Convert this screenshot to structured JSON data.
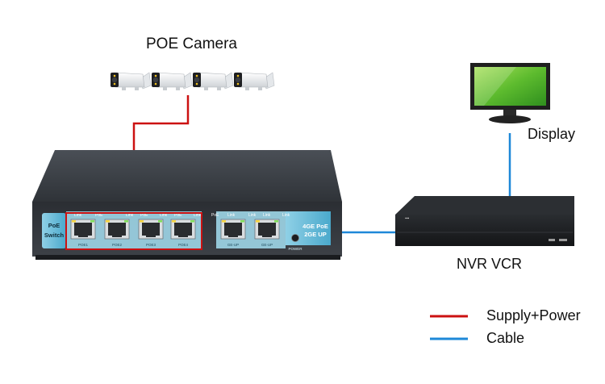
{
  "labels": {
    "camera": "POE Camera",
    "display": "Display",
    "nvr": "NVR VCR"
  },
  "switch": {
    "badge_line1": "PoE",
    "badge_line2": "Switch",
    "side_line1": "4GE PoE",
    "side_line2": "2GE UP",
    "port_top_labels": [
      "Link",
      "PoE",
      "Link",
      "PoE",
      "Link",
      "PoE",
      "Link",
      "PoE",
      "Link",
      "Link",
      "Link",
      "Link"
    ],
    "poe_port_captions": [
      "POE1",
      "POE2",
      "POE3",
      "POE4"
    ],
    "uplink_captions": [
      "GE-UP",
      "GE-UP"
    ],
    "power_caption": "POWER"
  },
  "legend": [
    {
      "label": "Supply+Power",
      "color": "#cc1111"
    },
    {
      "label": "Cable",
      "color": "#1e88d8"
    }
  ],
  "colors": {
    "supply_line": "#cc1111",
    "cable_line": "#1e88d8",
    "switch_body": "#3a3e44",
    "switch_panel": "#5fb6d6",
    "monitor_screen": "#6cc83a"
  },
  "camera_count": 4
}
